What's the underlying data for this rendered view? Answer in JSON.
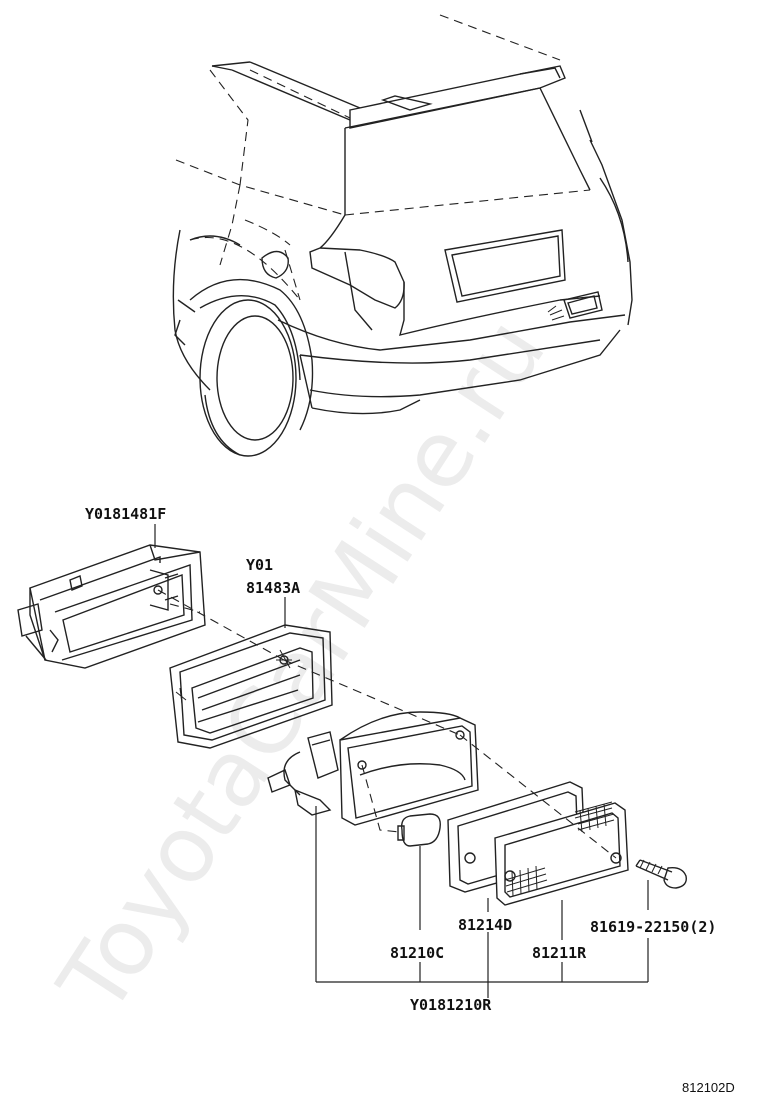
{
  "watermark": "ToyotaCarMine.ru",
  "figure_ref": "812102D",
  "parts": {
    "housing_a": "Y0181481F",
    "gasket_prefix": "Y01",
    "gasket_part": "81483A",
    "gasket_seal": "81214D",
    "lamp_bulb": "81210C",
    "lens": "81211R",
    "screw": "81619-22150(2)",
    "lamp_assembly": "Y0181210R"
  }
}
